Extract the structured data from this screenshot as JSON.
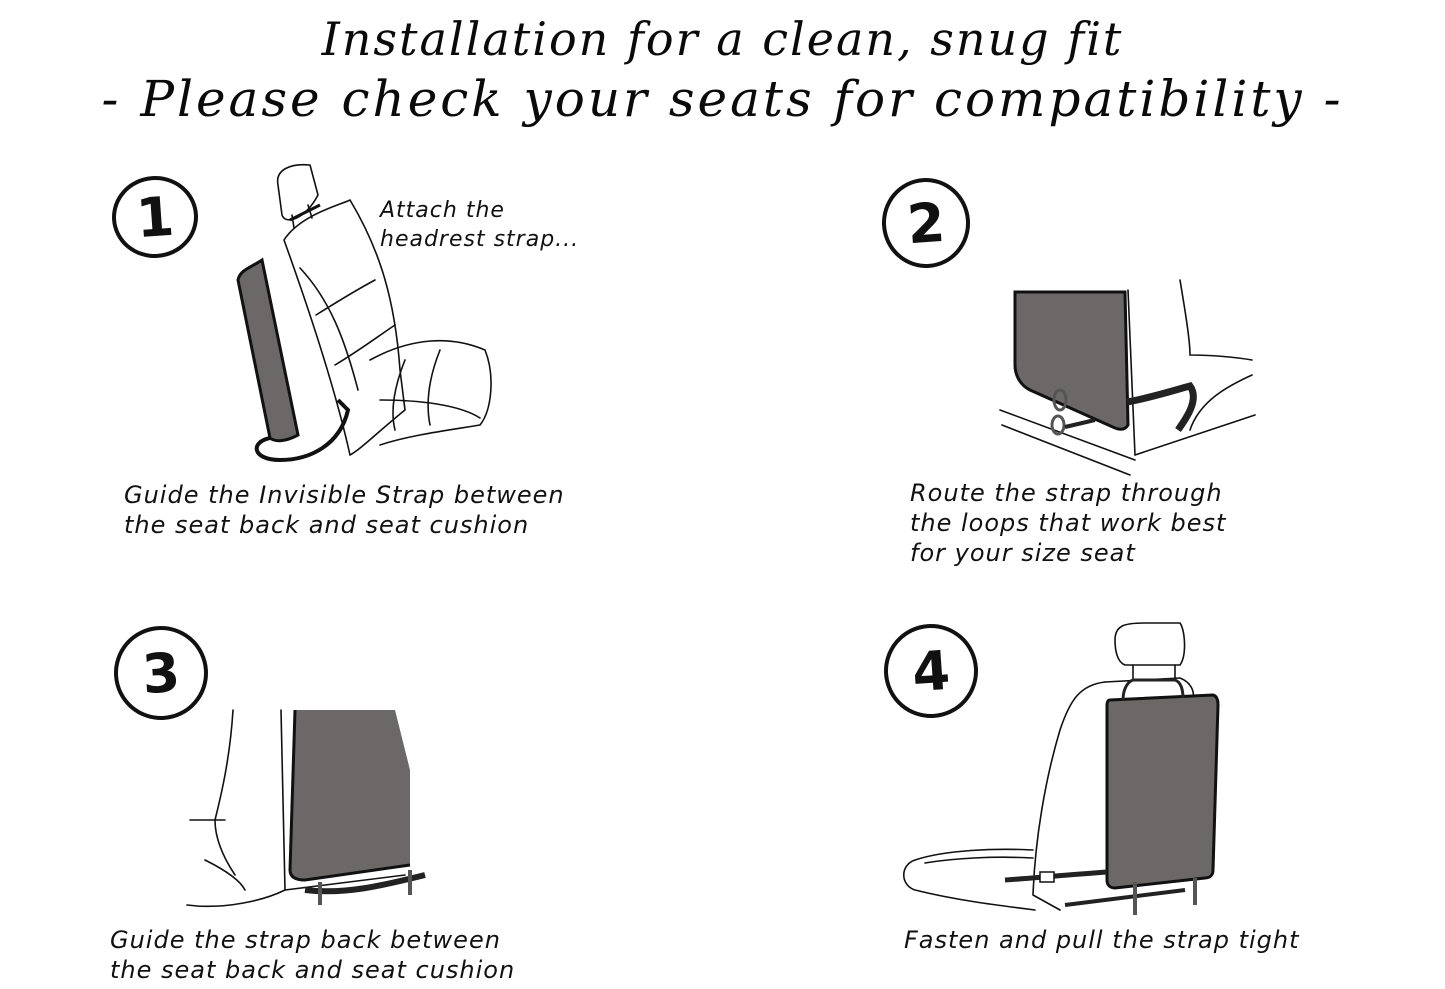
{
  "title": {
    "line1": "Installation for a clean, snug fit",
    "line2": "- Please check your seats for compatibility -"
  },
  "colors": {
    "ink": "#111111",
    "protector_fill": "#6b6867",
    "background": "#ffffff"
  },
  "steps": [
    {
      "number": "1",
      "note": [
        "Attach the",
        "headrest strap..."
      ],
      "caption": [
        "Guide the Invisible Strap between",
        "the seat back and seat cushion"
      ],
      "illustration": "seat-side-view-with-protector"
    },
    {
      "number": "2",
      "caption": [
        "Route the strap through",
        "the loops that work best",
        "for your size seat"
      ],
      "illustration": "seat-back-closeup-strap-loops"
    },
    {
      "number": "3",
      "caption": [
        "Guide the strap back between",
        "the seat back and seat cushion"
      ],
      "illustration": "seat-back-closeup-strap-under"
    },
    {
      "number": "4",
      "caption": [
        "Fasten and pull the strap tight"
      ],
      "illustration": "full-seat-with-protector-fastened"
    }
  ]
}
